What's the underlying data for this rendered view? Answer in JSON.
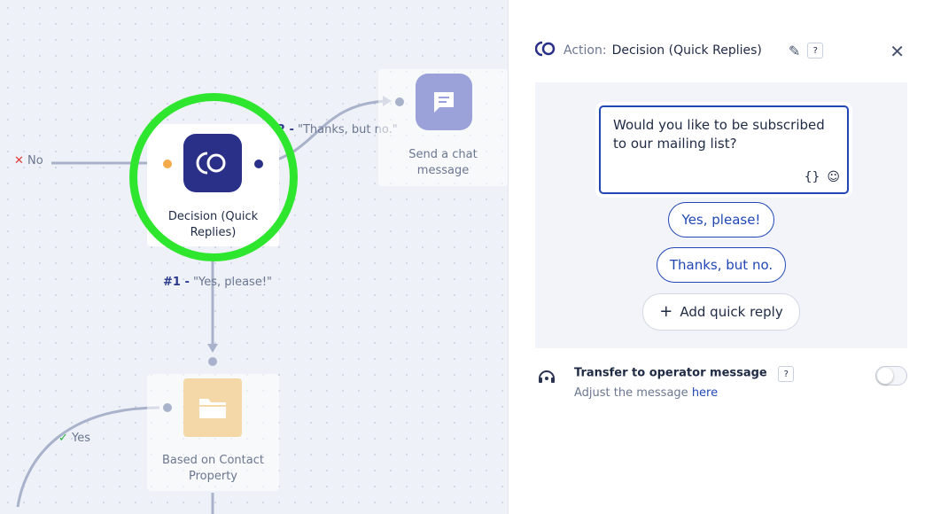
{
  "canvas": {
    "incoming_edge_label": "No",
    "edge_top": {
      "number": "#2 -",
      "text": "\"Thanks, but no.\""
    },
    "edge_bottom": {
      "number": "#1 -",
      "text": "\"Yes, please!\""
    },
    "edge_yes_label": "Yes",
    "nodes": {
      "decision": {
        "label_line1": "Decision (Quick",
        "label_line2": "Replies)",
        "icon": "decision-icon"
      },
      "send_chat": {
        "label_line1": "Send a chat",
        "label_line2": "message",
        "icon": "chat-icon"
      },
      "contact_property": {
        "label_line1": "Based on Contact",
        "label_line2": "Property",
        "icon": "folder-icon"
      }
    }
  },
  "panel": {
    "header": {
      "label": "Action:",
      "title": "Decision (Quick Replies)",
      "help": "?"
    },
    "message": {
      "text": "Would you like to be subscribed to our mailing list?",
      "variables_icon_text": "{}"
    },
    "quick_replies": [
      "Yes, please!",
      "Thanks, but no."
    ],
    "add_label": "Add quick reply",
    "transfer": {
      "title": "Transfer to operator message",
      "help": "?",
      "subtitle": "Adjust the message",
      "link": "here",
      "enabled": false
    }
  },
  "colors": {
    "accent": "#2147b5",
    "decision_node": "#2a2f87",
    "chat_node": "#9aa2d9",
    "folder_node": "#f5d8a8",
    "highlight": "#2ee62e"
  }
}
